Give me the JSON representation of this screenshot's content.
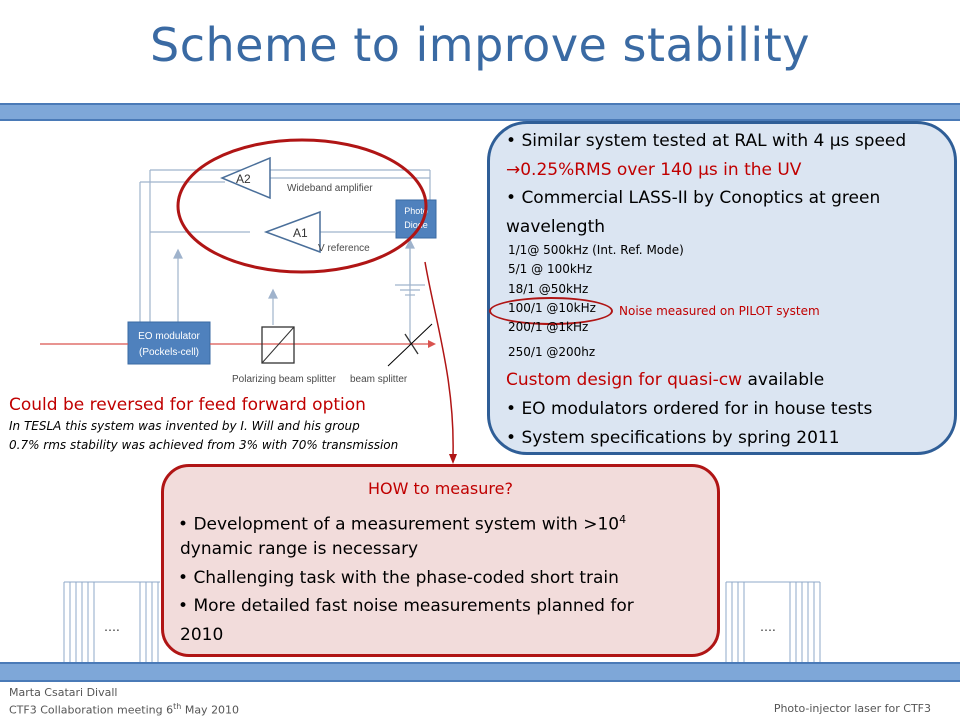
{
  "title": "Scheme to improve stability",
  "diagram": {
    "amp_a2": "A2",
    "amp_a1": "A1",
    "wideband_label": "Wideband amplifier",
    "vref_label": "V reference",
    "photo_diode_line1": "Photo",
    "photo_diode_line2": "Diode",
    "eo_modulator_line1": "EO modulator",
    "eo_modulator_line2": "(Pockels-cell)",
    "polarizing_bs_label": "Polarizing beam splitter",
    "beam_splitter_label": "beam splitter"
  },
  "right_box": {
    "line1": "Similar system tested at RAL with 4 µs speed",
    "line2": "→0.25%RMS over 140 µs in the UV",
    "line3": "Commercial LASS-II by Conoptics at green",
    "line4": "wavelength",
    "spec1": "1/1@ 500kHz (Int. Ref. Mode)",
    "spec2": "5/1 @ 100kHz",
    "spec3": "18/1 @50kHz",
    "spec4": "100/1 @10kHz",
    "spec5": "200/1 @1kHz",
    "spec6": "250/1 @200hz",
    "noise_note": "Noise measured on PILOT system",
    "custom_red": "Custom design for quasi-cw",
    "custom_black": " available",
    "eo_line": "EO modulators ordered for in house tests",
    "spec_line": "System specifications by spring 2011"
  },
  "left_notes": {
    "reversed": "Could be reversed for feed forward option",
    "tesla": "In TESLA this system was invented by I. Will and his group",
    "stability": "0.7% rms stability was achieved  from 3% with 70% transmission"
  },
  "how_box": {
    "title": "HOW to measure?",
    "item1_a": "Development of a measurement system with >10",
    "item1_sup": "4",
    "item1_b": "dynamic range is necessary",
    "item2": "Challenging task with the phase-coded short train",
    "item3_a": "More detailed fast noise measurements planned for",
    "item3_b": "2010"
  },
  "background_dots": "….",
  "footer": {
    "author": "Marta Csatari Divall",
    "meeting_a": "CTF3 Collaboration meeting 6",
    "meeting_sup": "th",
    "meeting_b": " May 2010",
    "right": "Photo-injector laser for CTF3"
  }
}
